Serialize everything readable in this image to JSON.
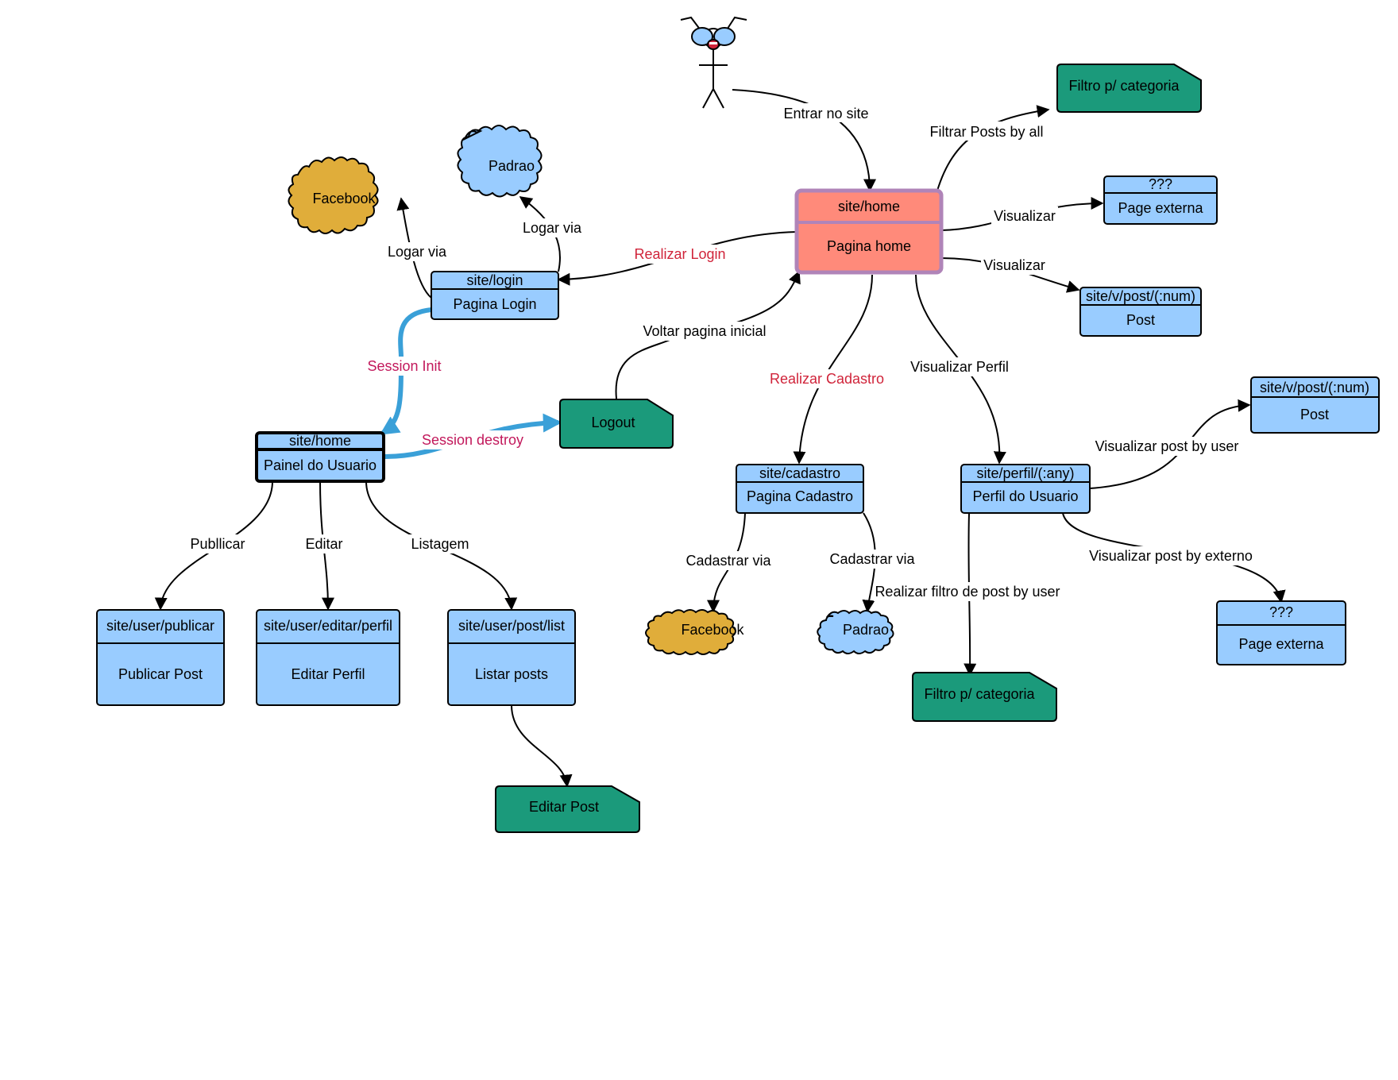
{
  "colors": {
    "blue": "#99ccff",
    "red": "#ff8a7a",
    "red_border": "#b084b8",
    "green": "#1b9a7b",
    "yellow": "#e0ad3a",
    "session_blue": "#3aa0d8",
    "label_red": "#d0243a",
    "label_magenta": "#c2185b"
  },
  "actor": {
    "icon": "stick-figure-with-glasses-icon"
  },
  "nodes": {
    "home": {
      "route": "site/home",
      "title": "Pagina home"
    },
    "login": {
      "route": "site/login",
      "title": "Pagina Login"
    },
    "painel": {
      "route": "site/home",
      "title": "Painel do Usuario"
    },
    "cadastro": {
      "route": "site/cadastro",
      "title": "Pagina Cadastro"
    },
    "perfil": {
      "route": "site/perfil/(:any)",
      "title": "Perfil do Usuario"
    },
    "ext1": {
      "route": "???",
      "title": "Page externa"
    },
    "post1": {
      "route": "site/v/post/(:num)",
      "title": "Post"
    },
    "post2": {
      "route": "site/v/post/(:num)",
      "title": "Post"
    },
    "ext2": {
      "route": "???",
      "title": "Page externa"
    },
    "publicar": {
      "route": "site/user/publicar",
      "title": "Publicar Post"
    },
    "editar": {
      "route": "site/user/editar/perfil",
      "title": "Editar Perfil"
    },
    "listar": {
      "route": "site/user/post/list",
      "title": "Listar posts"
    }
  },
  "notes": {
    "filtro1": "Filtro p/ categoria",
    "filtro2": "Filtro p/ categoria",
    "logout": "Logout",
    "editarpost": "Editar Post"
  },
  "bursts": {
    "fb1": "Facebook",
    "padrao1": "Padrao",
    "fb2": "Facebook",
    "padrao2": "Padrao"
  },
  "edges": {
    "entrar": "Entrar no site",
    "filtrar": "Filtrar Posts by all",
    "visualizar1": "Visualizar",
    "visualizar2": "Visualizar",
    "realizar_login": "Realizar Login",
    "logar_via1": "Logar via",
    "logar_via2": "Logar via",
    "voltar": "Voltar pagina inicial",
    "realizar_cadastro": "Realizar  Cadastro",
    "visualizar_perfil": "Visualizar Perfil",
    "session_init": "Session Init",
    "session_destroy": "Session destroy",
    "publicar": "Publlicar",
    "editar": "Editar",
    "listagem": "Listagem",
    "cadastrar_via1": "Cadastrar via",
    "cadastrar_via2": "Cadastrar via",
    "post_by_user": "Visualizar post by user",
    "post_by_externo": "Visualizar post by externo",
    "filtro_by_user": "Realizar filtro de post by user"
  }
}
